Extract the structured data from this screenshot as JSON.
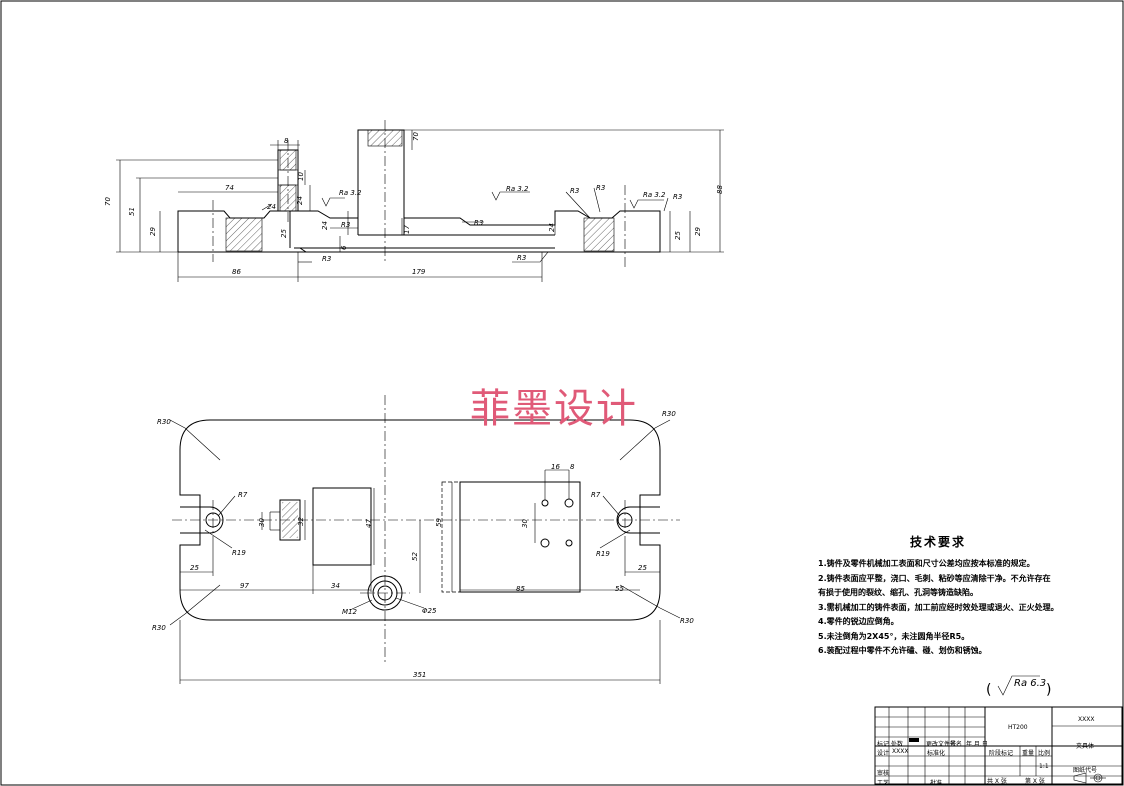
{
  "watermark": "菲墨设计",
  "tech_requirements": {
    "title": "技术要求",
    "items": [
      "1.铸件及零件机械加工表面和尺寸公差均应按本标准的规定。",
      "2.铸件表面应平整，浇口、毛刺、粘砂等应清除干净。不允许存在",
      "有损于使用的裂纹、缩孔、孔洞等铸造缺陷。",
      "3.需机械加工的铸件表面，加工前应经时效处理或退火、正火处理。",
      "4.零件的锐边应倒角。",
      "5.未注倒角为2X45°，未注圆角半径R5。",
      "6.装配过程中零件不允许磕、碰、划伤和锈蚀。"
    ]
  },
  "roughness_note": "Ra 6.3",
  "title_block": {
    "material": "HT200",
    "project": "XXXX",
    "part_name": "夹具体",
    "scale_label": "比例",
    "scale_value": "1:1",
    "weight_label": "重量",
    "stage_label": "阶段标记",
    "drawing_no": "图纸代号",
    "sheets": "共 X 张",
    "sheet_no": "第 X 张",
    "designer_label": "设计",
    "designer_value": "XXXX",
    "std_label": "标准化",
    "review_label": "审核",
    "process_label": "工艺",
    "approve_label": "批准",
    "mark_label": "标记",
    "count_label": "处数",
    "zone_label": "分区",
    "change_label": "更改文件号",
    "sign_label": "签名",
    "date_label": "年.月.日"
  },
  "front_view_dims": [
    "70",
    "51",
    "29",
    "8",
    "10",
    "74",
    "24",
    "25",
    "24",
    "Ra 3.2",
    "R3",
    "R3",
    "6",
    "R3",
    "R3",
    "R3",
    "17",
    "24",
    "Ra 3.2",
    "R3",
    "Ra 3.2",
    "R3",
    "25",
    "29",
    "88",
    "70",
    "86",
    "179"
  ],
  "top_view_dims": [
    "R30",
    "R30",
    "R7",
    "R7",
    "R19",
    "R19",
    "30",
    "32",
    "47",
    "52",
    "59",
    "30",
    "16",
    "8",
    "25",
    "25",
    "97",
    "34",
    "85",
    "55",
    "R30",
    "R30",
    "M12",
    "Φ25",
    "351"
  ]
}
